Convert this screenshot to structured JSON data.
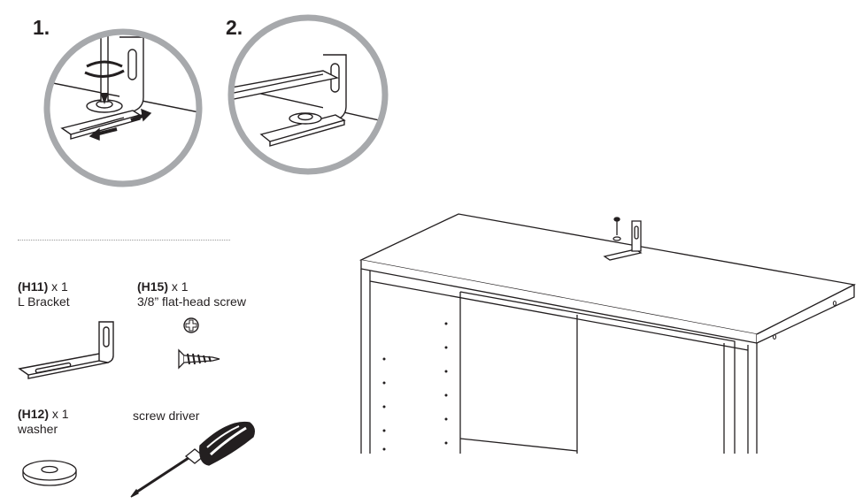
{
  "steps": [
    {
      "number": "1."
    },
    {
      "number": "2."
    }
  ],
  "parts": {
    "h11": {
      "code": "(H11)",
      "qty": " x 1",
      "name": "L Bracket"
    },
    "h15": {
      "code": "(H15)",
      "qty": " x 1",
      "name": "3/8” flat-head screw"
    },
    "h12": {
      "code": "(H12)",
      "qty": " x 1",
      "name": "washer"
    },
    "tool": {
      "name": "screw driver"
    }
  },
  "icons": [
    "circle-detail-step-1",
    "circle-detail-step-2",
    "l-bracket-icon",
    "screw-head-icon",
    "screw-icon",
    "washer-icon",
    "screwdriver-icon",
    "cabinet-illustration"
  ]
}
